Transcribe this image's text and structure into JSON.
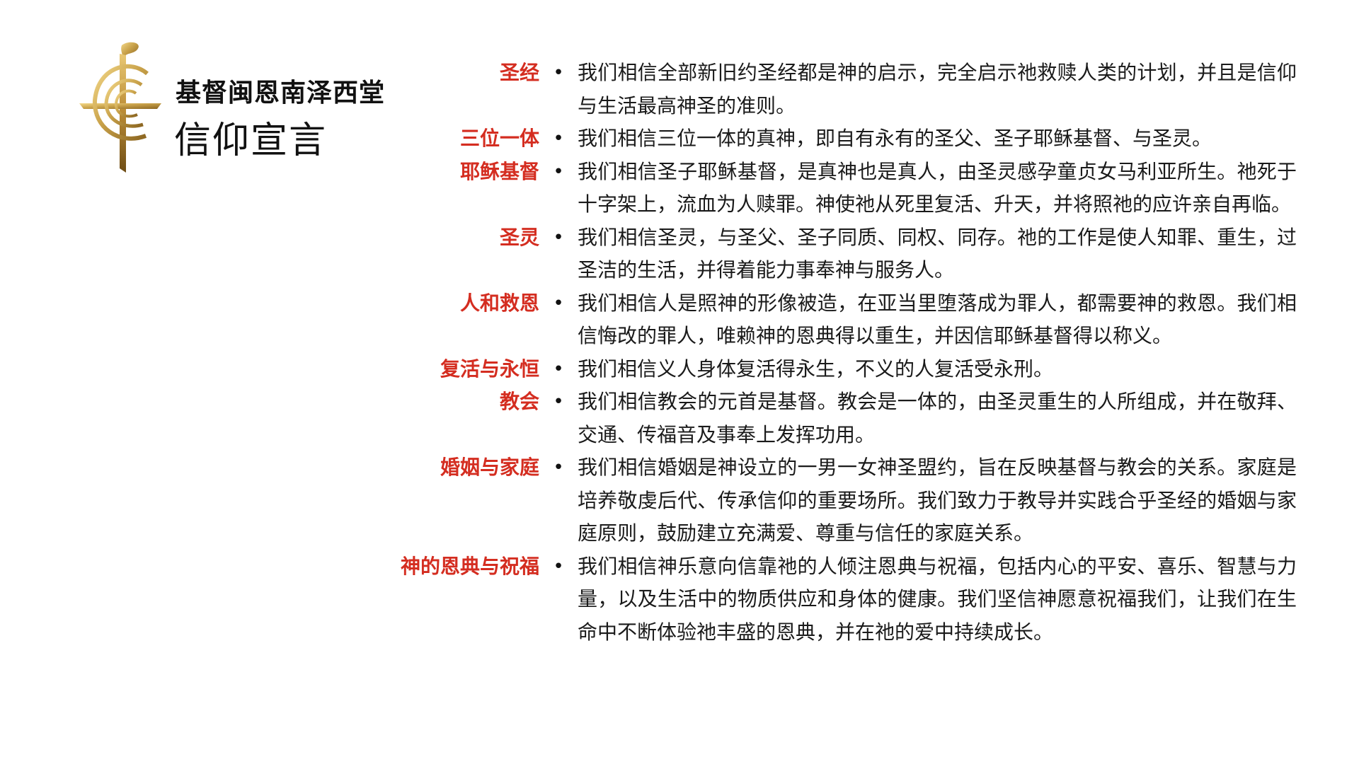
{
  "header": {
    "org_name": "基督闽恩南泽西堂",
    "title": "信仰宣言"
  },
  "colors": {
    "label": "#d42d20",
    "gold": "#c9a24a",
    "text": "#1a1a1a"
  },
  "creed": {
    "items": [
      {
        "label": "圣经",
        "text": "我们相信全部新旧约圣经都是神的启示，完全启示祂救赎人类的计划，并且是信仰与生活最高神圣的准则。"
      },
      {
        "label": "三位一体",
        "text": "我们相信三位一体的真神，即自有永有的圣父、圣子耶稣基督、与圣灵。"
      },
      {
        "label": "耶稣基督",
        "text": "我们相信圣子耶稣基督，是真神也是真人，由圣灵感孕童贞女马利亚所生。祂死于十字架上，流血为人赎罪。神使祂从死里复活、升天，并将照祂的应许亲自再临。"
      },
      {
        "label": "圣灵",
        "text": "我们相信圣灵，与圣父、圣子同质、同权、同存。祂的工作是使人知罪、重生，过圣洁的生活，并得着能力事奉神与服务人。"
      },
      {
        "label": "人和救恩",
        "text": "我们相信人是照神的形像被造，在亚当里堕落成为罪人，都需要神的救恩。我们相信悔改的罪人，唯赖神的恩典得以重生，并因信耶稣基督得以称义。"
      },
      {
        "label": "复活与永恒",
        "text": "我们相信义人身体复活得永生，不义的人复活受永刑。"
      },
      {
        "label": "教会",
        "text": "我们相信教会的元首是基督。教会是一体的，由圣灵重生的人所组成，并在敬拜、交通、传福音及事奉上发挥功用。"
      },
      {
        "label": "婚姻与家庭",
        "text": "我们相信婚姻是神设立的一男一女神圣盟约，旨在反映基督与教会的关系。家庭是培养敬虔后代、传承信仰的重要场所。我们致力于教导并实践合乎圣经的婚姻与家庭原则，鼓励建立充满爱、尊重与信任的家庭关系。"
      },
      {
        "label": "神的恩典与祝福",
        "text": "我们相信神乐意向信靠祂的人倾注恩典与祝福，包括内心的平安、喜乐、智慧与力量，以及生活中的物质供应和身体的健康。我们坚信神愿意祝福我们，让我们在生命中不断体验祂丰盛的恩典，并在祂的爱中持续成长。"
      }
    ]
  }
}
